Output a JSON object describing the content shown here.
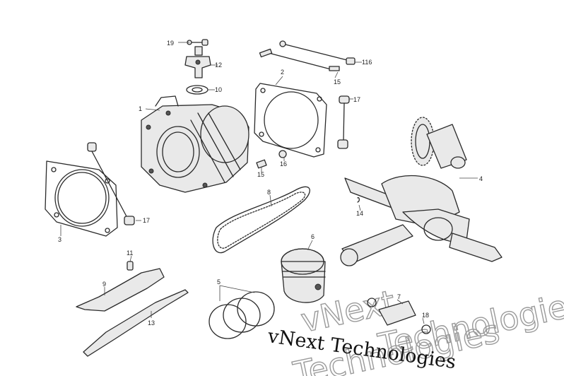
{
  "labels": {
    "l1": "1",
    "l2": "2",
    "l3": "3",
    "l4": "4",
    "l5": "5",
    "l6": "6",
    "l7": "7",
    "l8": "8",
    "l9": "9",
    "l10": "10",
    "l11": "11",
    "l12": "12",
    "l13": "13",
    "l14": "14",
    "l15a": "15",
    "l15b": "15",
    "l16a": "16",
    "l16b": "116",
    "l17a": "17",
    "l17b": "17",
    "l18": "18",
    "l19": "19"
  },
  "watermark": {
    "outline_top": "vNext",
    "outline_mid": "Technologies",
    "outline_bottom": "Technologies",
    "text": "vNext Technologies"
  }
}
